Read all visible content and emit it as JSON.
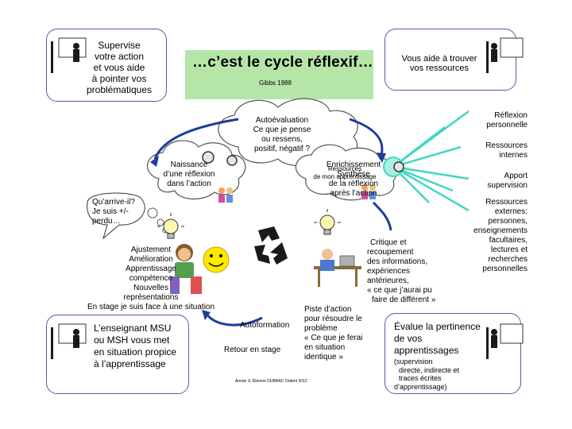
{
  "title": {
    "main": "…c’est le cycle réflexif…",
    "source": "Gibbs 1988"
  },
  "corners": {
    "top_left": [
      "Supervise",
      "votre action",
      "et vous aide",
      "à pointer vos",
      "problématiques"
    ],
    "top_right": [
      "Vous aide à trouver",
      "vos ressources"
    ],
    "bottom_left": [
      "L’enseignant MSU",
      "ou MSH vous met",
      "en situation propice",
      "à l’apprentissage"
    ],
    "bottom_right_title": [
      "Évalue la pertinence",
      "de vos",
      "apprentissages"
    ],
    "bottom_right_sub": [
      "(supervision",
      "directe, indirecte et",
      "traces écrites",
      "d’apprentissage)"
    ]
  },
  "cycle": {
    "autoevaluation": [
      "Autoévaluation",
      "Ce que je pense",
      "ou ressens,",
      "positif, négatif ?"
    ],
    "naissance": [
      "Naissance",
      "d’une réflexion",
      "dans l’action"
    ],
    "enrichissement": [
      "Enrichissement",
      "Synthèse",
      "de la réflexion",
      "après l’action"
    ],
    "ressources_overlap": [
      "Ressources",
      "de mon apprentissage"
    ],
    "question": [
      "Qu’arrive-il?",
      "Je suis +/-",
      "perdu…"
    ],
    "ajustement": [
      "Ajustement",
      "Amélioration",
      "Apprentissage",
      "compétence",
      "Nouvelles",
      "représentations",
      "En stage je suis face à une situation"
    ],
    "critique": [
      "Critique et",
      "recoupement",
      "des informations,",
      "expériences",
      "antérieures,",
      "« ce que j’aurai pu",
      "faire de différent »"
    ],
    "piste": [
      "Piste d’action",
      "pour résoudre le",
      "problème",
      "« Ce que je ferai",
      "en situation",
      "identique »"
    ],
    "autoformation": "Autoformation",
    "retour": "Retour en stage",
    "credit": "Année S. Étienne DUBRAC Ordent 2012"
  },
  "resources": {
    "reflexion": [
      "Réflexion",
      "personnelle"
    ],
    "internes": [
      "Ressources",
      "internes"
    ],
    "apport": [
      "Apport",
      "supervision"
    ],
    "externes": [
      "Ressources",
      "externes:",
      "personnes,",
      "enseignements",
      "facultaires,",
      "lectures et",
      "recherches",
      "personnelles"
    ]
  },
  "colors": {
    "title_bg": "#b5e6a8",
    "accent_teal": "#40d8c0",
    "arrow_blue": "#1e3c9c",
    "callout_border": "#5a5aa8"
  },
  "icons": [
    "teacher-at-board-icon",
    "recycle-icon",
    "lightbulb-icon",
    "smiley-icon",
    "gear-icon",
    "children-icon",
    "student-desk-icon",
    "girl-student-icon"
  ]
}
